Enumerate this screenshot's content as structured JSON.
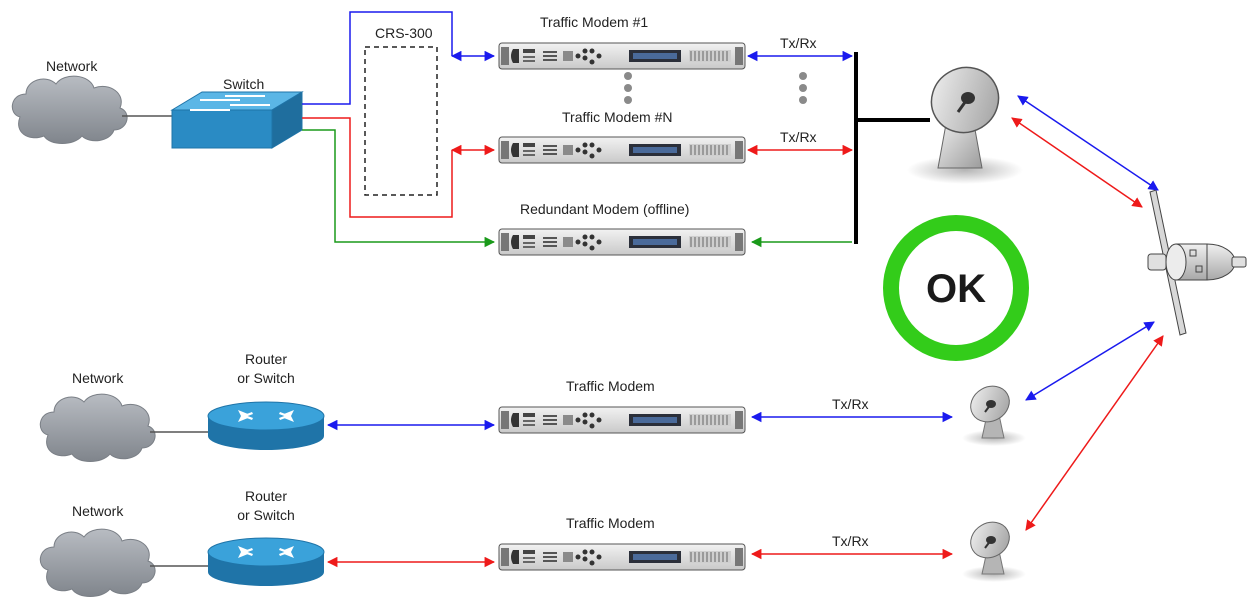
{
  "top": {
    "network_label": "Network",
    "switch_label": "Switch",
    "crs_label": "CRS-300",
    "modem1_label": "Traffic Modem #1",
    "modemN_label": "Traffic Modem #N",
    "redundant_label": "Redundant Modem (offline)",
    "txrx1_label": "Tx/Rx",
    "txrx2_label": "Tx/Rx"
  },
  "status": {
    "ok_label": "OK"
  },
  "bottom1": {
    "network_label": "Network",
    "router_label_line1": "Router",
    "router_label_line2": "or Switch",
    "modem_label": "Traffic Modem",
    "txrx_label": "Tx/Rx"
  },
  "bottom2": {
    "network_label": "Network",
    "router_label_line1": "Router",
    "router_label_line2": "or Switch",
    "modem_label": "Traffic Modem",
    "txrx_label": "Tx/Rx"
  },
  "colors": {
    "blue": "#1a1aee",
    "red": "#ee1a1a",
    "green": "#1a9a1a",
    "ok_ring": "#33cc1a",
    "cloud": "#9a9fa5",
    "switch": "#3a9ad6",
    "router": "#2a8fcc"
  },
  "icons": [
    "cloud-icon",
    "switch-icon",
    "router-icon",
    "modem-icon",
    "dish-icon",
    "satellite-icon"
  ]
}
